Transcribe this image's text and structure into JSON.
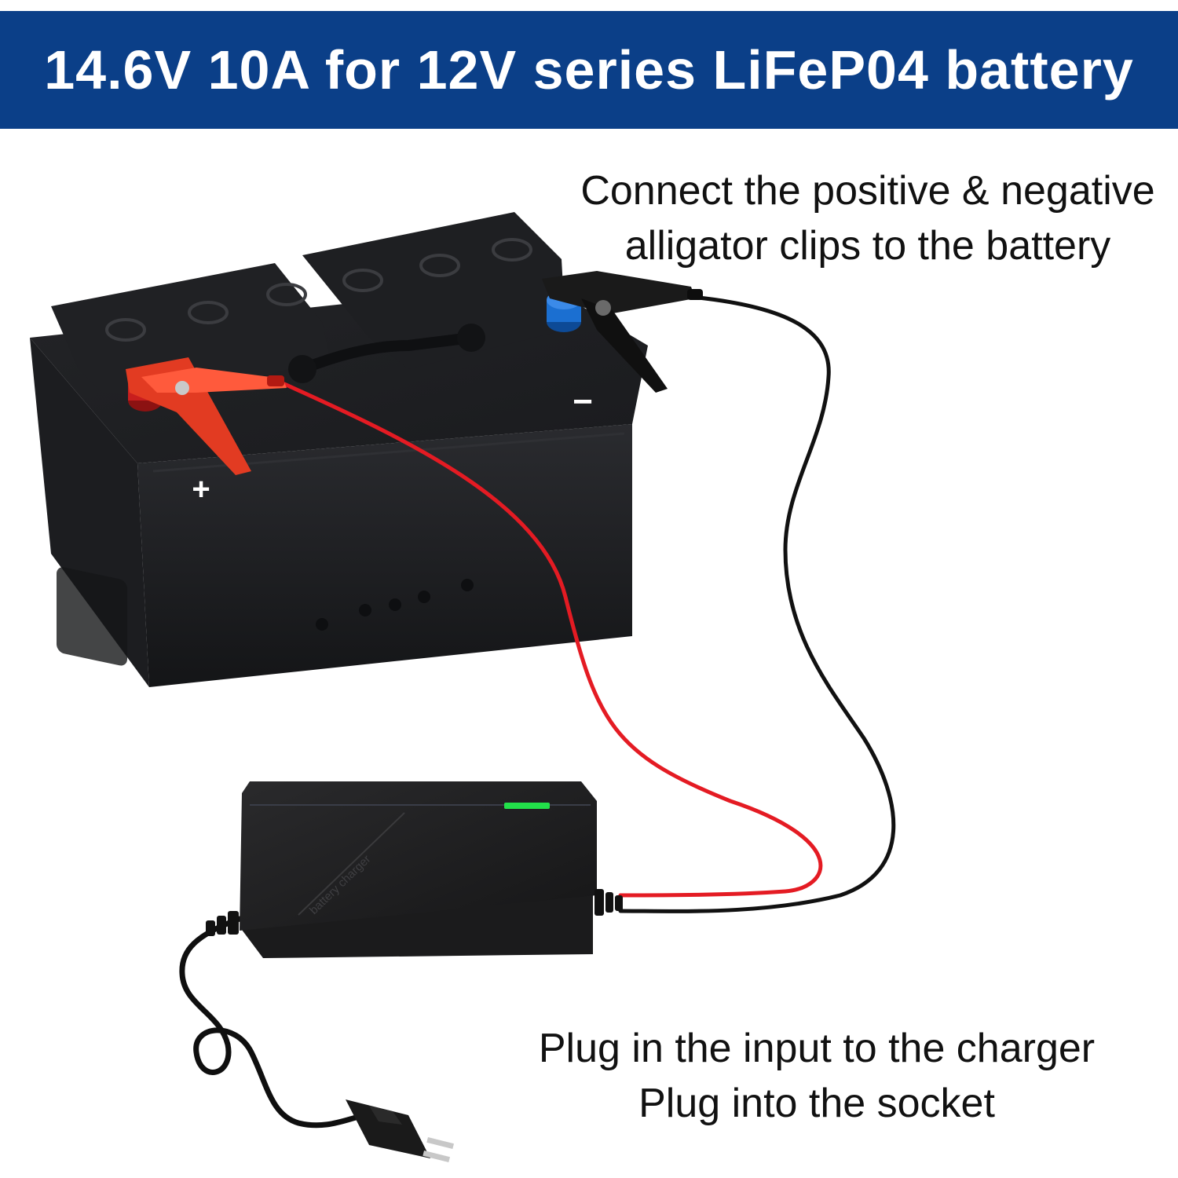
{
  "banner": {
    "title": "14.6V 10A for 12V series LiFeP04 battery",
    "background_color": "#0b3f88",
    "text_color": "#ffffff"
  },
  "instructions": {
    "step_connect": {
      "line1": "Connect the positive & negative",
      "line2": "alligator clips to the battery"
    },
    "step_plug": {
      "line1": "Plug in the input to the charger",
      "line2": "Plug into the socket"
    }
  },
  "battery": {
    "positive_label": "+",
    "negative_label": "−",
    "positive_clip_color": "#e23b22",
    "negative_clip_color": "#1a1a1a",
    "positive_terminal_color": "#c81e1e",
    "negative_terminal_color": "#1b6fd1"
  },
  "charger": {
    "brand_text": "battery charger",
    "status_led_color": "#22e04a"
  },
  "cables": {
    "positive_color": "#e41b23",
    "negative_color": "#111111"
  }
}
